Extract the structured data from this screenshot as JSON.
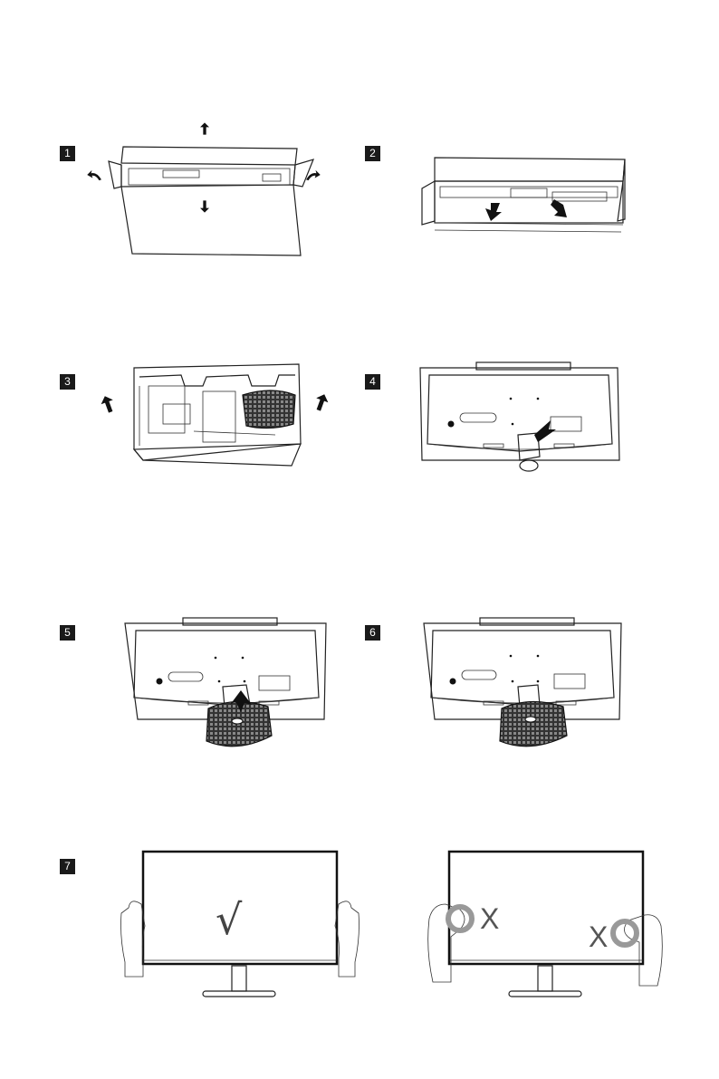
{
  "steps": [
    {
      "label": "1",
      "icon": "box-open-icon"
    },
    {
      "label": "2",
      "icon": "foam-insert-icon"
    },
    {
      "label": "3",
      "icon": "foam-lift-icon"
    },
    {
      "label": "4",
      "icon": "stand-neck-attach-icon"
    },
    {
      "label": "5",
      "icon": "stand-base-attach-icon"
    },
    {
      "label": "6",
      "icon": "stand-assembled-icon"
    },
    {
      "label": "7",
      "icon": "monitor-lift-icon"
    }
  ],
  "step7": {
    "correct_mark": "√",
    "wrong_mark_left": "X",
    "wrong_mark_right": "X"
  }
}
